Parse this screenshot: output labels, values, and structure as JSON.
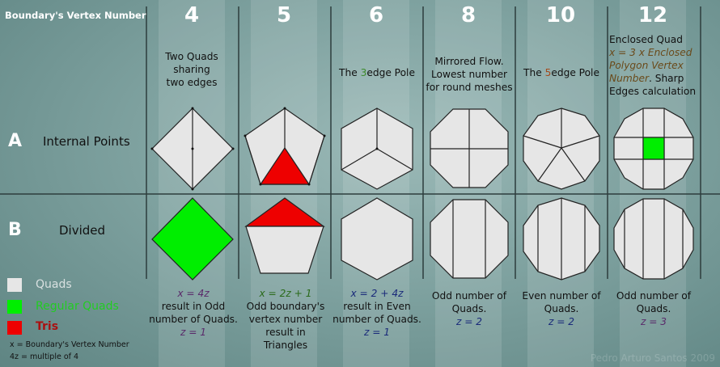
{
  "header": {
    "title": "Boundary's Vertex Number"
  },
  "columns": [
    {
      "number": "4",
      "desc": [
        "Two Quads",
        "sharing",
        "two edges"
      ],
      "bottom": {
        "formula": "x = 4z",
        "lines": [
          "result in Odd",
          "number of Quads."
        ],
        "zval": "z = 1"
      }
    },
    {
      "number": "5",
      "desc": [],
      "bottom": {
        "formula": "x = 2z + 1",
        "lines": [
          "Odd boundary's",
          "vertex number",
          "result in",
          "Triangles"
        ],
        "zval": ""
      }
    },
    {
      "number": "6",
      "desc_parts": {
        "pre": "The ",
        "hl": "3",
        "post": "edge Pole"
      },
      "bottom": {
        "formula": "x = 2 + 4z",
        "lines": [
          "result in Even",
          "number of Quads."
        ],
        "zval": "z = 1"
      }
    },
    {
      "number": "8",
      "desc": [
        "Mirrored Flow.",
        "Lowest number",
        "for round meshes"
      ],
      "bottom": {
        "formula": "",
        "lines": [
          "Odd number of",
          "Quads."
        ],
        "zval": "z = 2"
      }
    },
    {
      "number": "10",
      "desc_parts": {
        "pre": "The ",
        "hl": "5",
        "post": "edge Pole"
      },
      "bottom": {
        "formula": "",
        "lines": [
          "Even number of",
          "Quads."
        ],
        "zval": "z = 2"
      }
    },
    {
      "number": "12",
      "desc12": {
        "l1": "Enclosed Quad",
        "formula": "x = 3 x Enclosed",
        "l3": "Polygon Vertex",
        "l4a": "Number",
        "l4b": ". Sharp",
        "l5": "Edges calculation"
      },
      "bottom": {
        "formula": "",
        "lines": [
          "Odd number of",
          "Quads."
        ],
        "zval": "z = 3"
      }
    }
  ],
  "rows": {
    "a": {
      "letter": "A",
      "label": "Internal Points"
    },
    "b": {
      "letter": "B",
      "label": "Divided"
    }
  },
  "legend": [
    {
      "label": "Quads",
      "color": "#e6e6e6",
      "text_color": "#d8e0e0"
    },
    {
      "label": "Regular Quads",
      "color": "#00ee00",
      "text_color": "#22cc22"
    },
    {
      "label": "Tris",
      "color": "#ee0000",
      "text_color": "#aa1111"
    }
  ],
  "notes": {
    "n1": "x = Boundary's Vertex  Number",
    "n2": "4z = multiple of 4"
  },
  "watermark": "Pedro Arturo Santos 2009",
  "colors": {
    "quad": "#e6e6e6",
    "regular_quad": "#00ee00",
    "tri": "#ee0000"
  }
}
